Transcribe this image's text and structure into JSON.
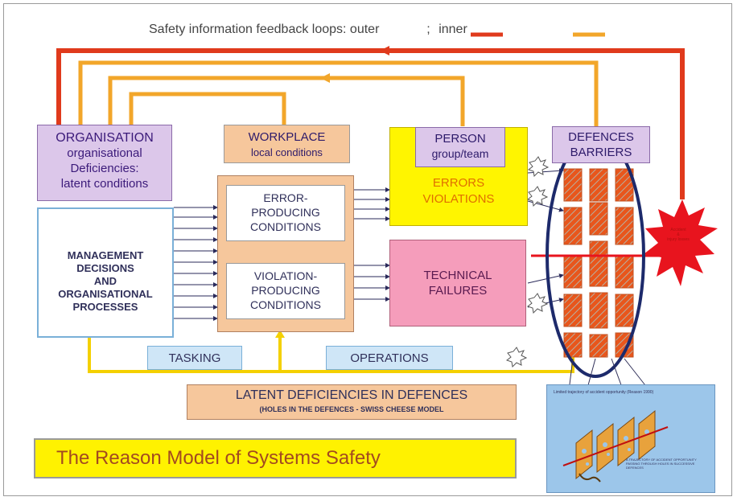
{
  "title": "Safety information feedback loops: outer",
  "title_sep": ";",
  "title_inner": "inner",
  "colors": {
    "outer_loop": "#e03a1c",
    "inner_loop": "#f2a62a",
    "yellow_loop": "#f4d000",
    "ellipse": "#1d2a6b",
    "hazard": "#e8141e"
  },
  "organisation": {
    "heading": "ORGANISATION",
    "line1": "organisational",
    "line2": "Deficiencies:",
    "line3": "latent conditions"
  },
  "workplace": {
    "heading": "WORKPLACE",
    "sub": "local conditions"
  },
  "management": {
    "line1": "MANAGEMENT",
    "line2": "DECISIONS",
    "line3": "AND",
    "line4": "ORGANISATIONAL",
    "line5": "PROCESSES"
  },
  "epc": {
    "line1": "ERROR-",
    "line2": "PRODUCING",
    "line3": "CONDITIONS"
  },
  "vpc": {
    "line1": "VIOLATION-",
    "line2": "PRODUCING",
    "line3": "CONDITIONS"
  },
  "person": {
    "heading": "PERSON",
    "sub": "group/team"
  },
  "errors": {
    "line1": "ERRORS",
    "line2": "VIOLATIONS"
  },
  "technical": {
    "line1": "TECHNICAL",
    "line2": "FAILURES"
  },
  "defences": {
    "line1": "DEFENCES",
    "line2": "BARRIERS"
  },
  "tasking": "TASKING",
  "operations": "OPERATIONS",
  "latent": {
    "heading": "LATENT DEFICIENCIES IN DEFENCES",
    "sub": "(HOLES IN THE DEFENCES - SWISS CHEESE MODEL"
  },
  "banner": "The Reason Model of Systems Safety",
  "inset": {
    "header": "Limited trajectory of accident opportunity (Reason 1990)",
    "note": "A TRAJECTORY OF ACCIDENT OPPORTUNITY PASSING THROUGH HOLES IN SUCCESSIVE DEFENCES"
  },
  "hazard_label": {
    "line1": "Accident",
    "line2": "&",
    "line3": "injury losses"
  }
}
